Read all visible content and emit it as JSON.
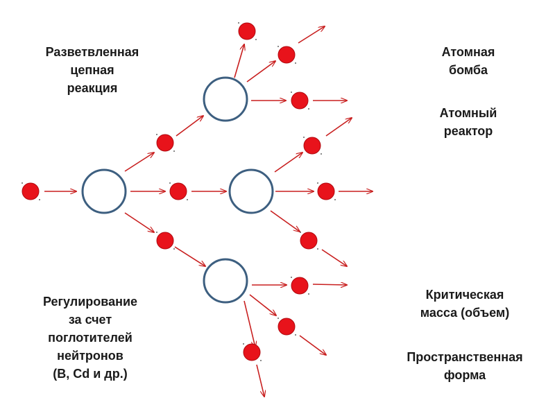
{
  "labels": {
    "branched_chain_reaction": [
      "Разветвленная",
      "цепная",
      "реакция"
    ],
    "regulation": [
      "Регулирование",
      "за счет",
      "поглотителей",
      "нейтронов",
      "(B, Cd и др.)"
    ],
    "atomic_bomb": [
      "Атомная",
      "бомба"
    ],
    "atomic_reactor": [
      "Атомный",
      "реактор"
    ],
    "critical_mass": [
      "Критическая",
      "масса (объем)"
    ],
    "spatial_form": [
      "Пространственная",
      "форма"
    ]
  },
  "colors": {
    "neutron_fill": "#e8131b",
    "neutron_stroke": "#b00a10",
    "nucleus_stroke": "#3d5f80",
    "arrow": "#c81e1e"
  }
}
